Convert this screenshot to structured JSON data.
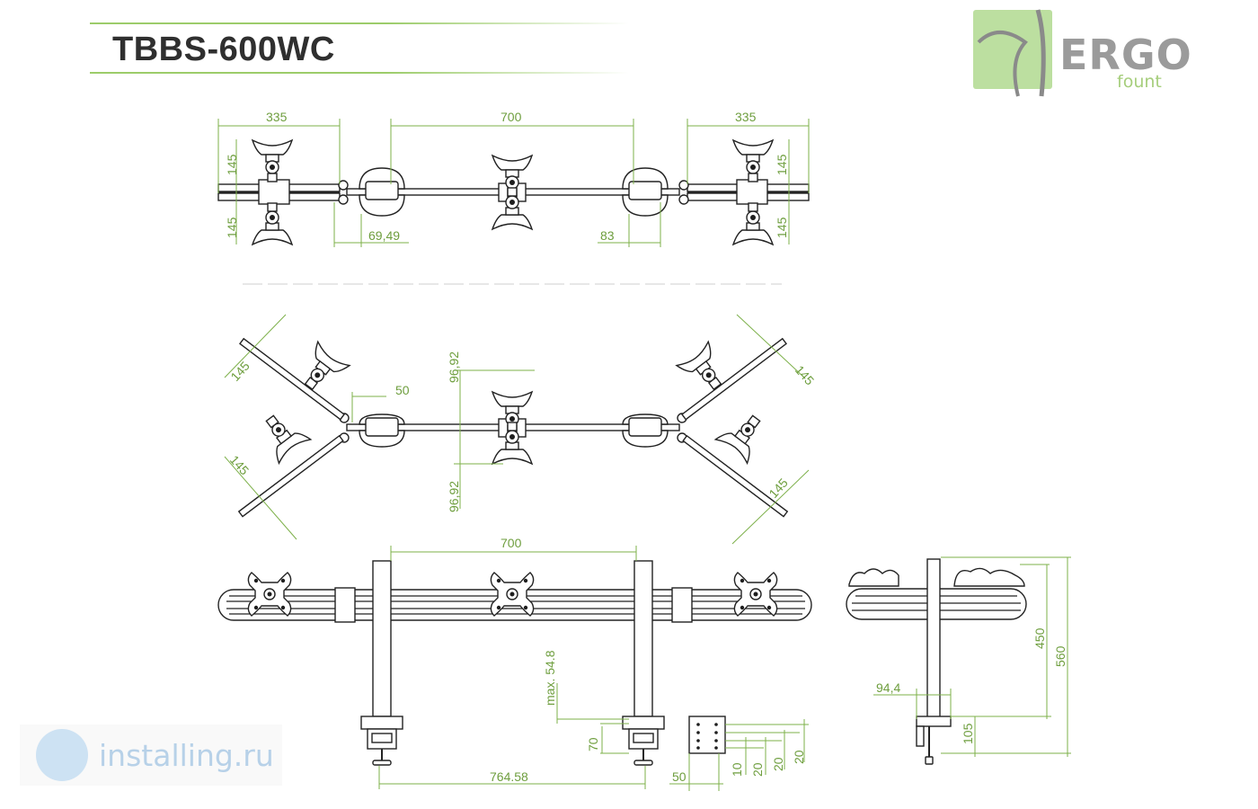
{
  "header": {
    "title": "TBBS-600WC"
  },
  "logo": {
    "brand": "ERGO",
    "sub": "fount",
    "accent_color": "#bcdfa0"
  },
  "watermark": {
    "text": "installing.ru"
  },
  "colors": {
    "dimension": "#7db04a",
    "line": "#222222",
    "header_rule": "#9ccc6a"
  },
  "views": {
    "top": {
      "d_left": "335",
      "d_center": "700",
      "d_right": "335",
      "h_ul": "145",
      "h_ll": "145",
      "h_ur": "145",
      "h_lr": "145",
      "clamp_left": "69,49",
      "clamp_right": "83"
    },
    "angled": {
      "a_ul": "145",
      "a_ll": "145",
      "a_ur": "145",
      "a_lr": "145",
      "offset": "50",
      "up": "96,92",
      "down": "96,92"
    },
    "front": {
      "span": "700",
      "base": "764.58",
      "max": "max. 54.8",
      "clamp_h": "70",
      "plate_w": "50",
      "plate_1": "10",
      "plate_2": "20",
      "plate_3": "20",
      "plate_4": "20"
    },
    "side": {
      "h450": "450",
      "h560": "560",
      "h105": "105",
      "w94": "94,4"
    }
  }
}
